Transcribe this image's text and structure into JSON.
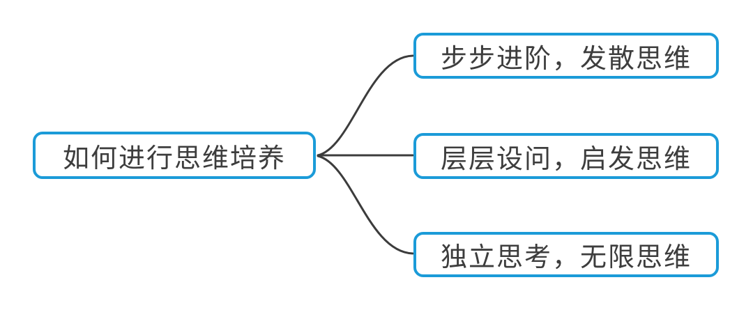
{
  "diagram": {
    "type": "mindmap",
    "root": {
      "label": "如何进行思维培养"
    },
    "children": [
      {
        "label": "步步进阶，发散思维"
      },
      {
        "label": "层层设问，启发思维"
      },
      {
        "label": "独立思考，无限思维"
      }
    ],
    "colors": {
      "node_border": "#1b9bd8",
      "node_fill": "#ffffff",
      "connector": "#3c3c3c",
      "text": "#3d3d3d",
      "background": "#ffffff"
    }
  }
}
